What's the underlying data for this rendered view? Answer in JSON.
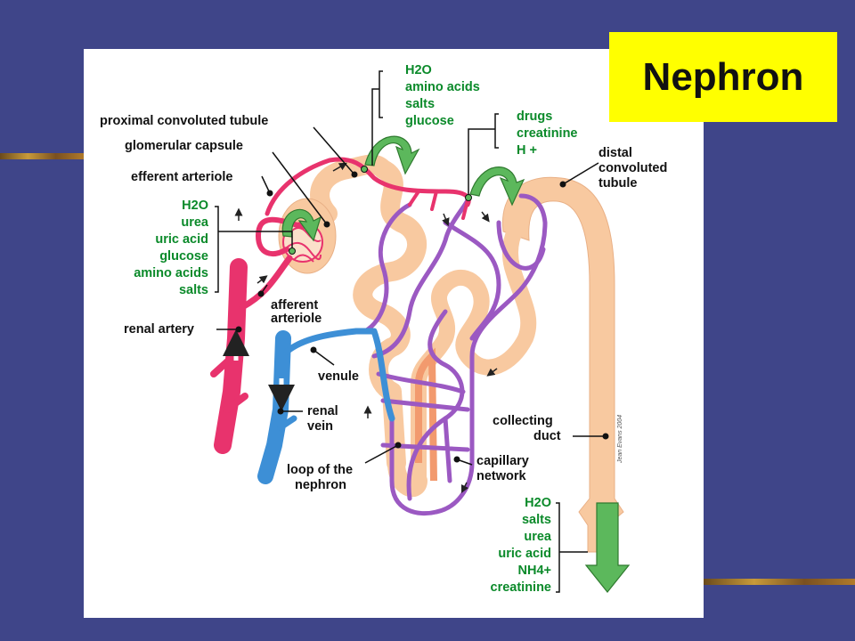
{
  "title": "Nephron",
  "labels": {
    "proximal": "proximal convoluted tubule",
    "glomerular": "glomerular capsule",
    "efferent": "efferent arteriole",
    "afferent_1": "afferent",
    "afferent_2": "arteriole",
    "renal_artery": "renal artery",
    "venule": "venule",
    "renal_vein_1": "renal",
    "renal_vein_2": "vein",
    "loop_1": "loop of the",
    "loop_2": "nephron",
    "capillary_1": "capillary",
    "capillary_2": "network",
    "collecting_1": "collecting",
    "collecting_2": "duct",
    "distal_1": "distal",
    "distal_2": "convoluted",
    "distal_3": "tubule"
  },
  "filtration": [
    "H2O",
    "urea",
    "uric acid",
    "glucose",
    "amino acids",
    "salts"
  ],
  "reabsorption": [
    "H2O",
    "amino acids",
    "salts",
    "glucose"
  ],
  "secretion": [
    "drugs",
    "creatinine",
    "H +"
  ],
  "excretion": [
    "H2O",
    "salts",
    "urea",
    "uric acid",
    "NH4+",
    "creatinine"
  ],
  "signature": "Jean Evans 2004",
  "colors": {
    "background": "#3f4589",
    "title_box": "#ffff00",
    "artery": "#e8336d",
    "vein": "#3d8fd6",
    "capillary": "#9b59c2",
    "tubule": "#f8c9a0",
    "arrow": "#5cb85c",
    "substance_text": "#0b8a2a"
  }
}
